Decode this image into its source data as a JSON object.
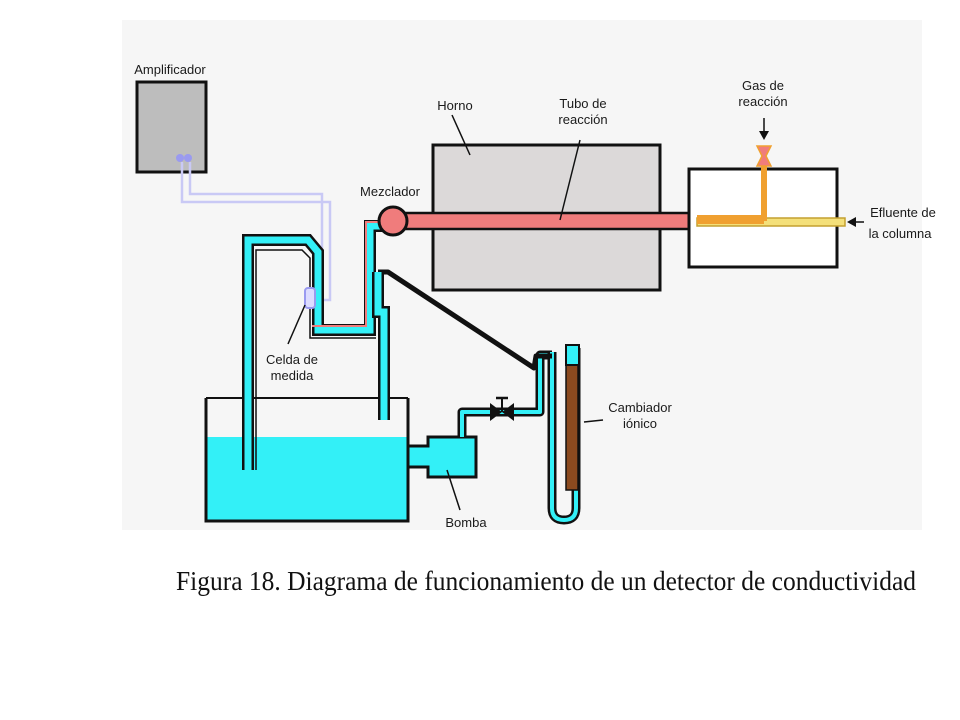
{
  "labels": {
    "amplificador": "Amplificador",
    "horno": "Horno",
    "tubo_l1": "Tubo de",
    "tubo_l2": "reacción",
    "gas_l1": "Gas de",
    "gas_l2": "reacción",
    "mezclador": "Mezclador",
    "efluente_l1": "Efluente de",
    "efluente_l2": "la columna",
    "celda_l1": "Celda de",
    "celda_l2": "medida",
    "cambiador_l1": "Cambiador",
    "cambiador_l2": "iónico",
    "bomba": "Bomba"
  },
  "caption": "Figura 18. Diagrama de funcionamiento de un detector de conductividad",
  "colors": {
    "water": "#33f0f7",
    "reaction_tube": "#f07c7c",
    "oven": "#dcd9d9",
    "amplifier": "#bdbdbd",
    "gas_line": "#f0a030",
    "effluent_line": "#f4e07a",
    "exchanger_resin": "#8b4a1f",
    "signal_wire": "#c9c9f5"
  }
}
